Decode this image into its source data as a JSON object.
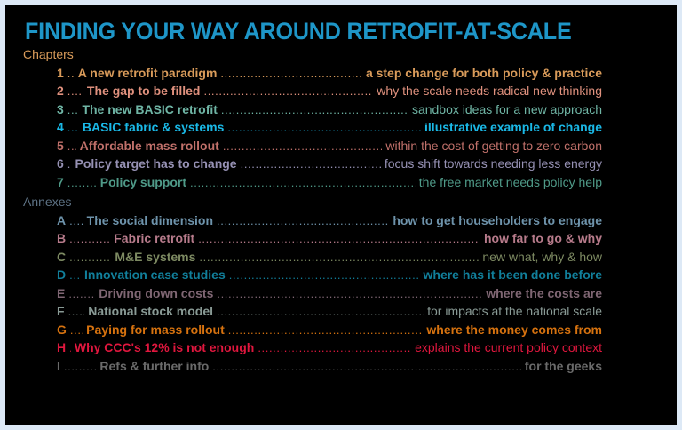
{
  "title": "FINDING YOUR WAY AROUND RETROFIT-AT-SCALE",
  "colors": {
    "background": "#dde9f6",
    "panel": "#000000",
    "title": "#1e96c8"
  },
  "chapters": {
    "label": "Chapters",
    "label_color": "#d99b5a",
    "items": [
      {
        "key": "1",
        "name": "A new retrofit paradigm",
        "desc": "a step change for both policy & practice",
        "color": "#d99b5a",
        "dots1": "..........",
        "dots2": ".............",
        "desc_bold": true
      },
      {
        "key": "2",
        "name": "The gap to be filled",
        "desc": "why the scale needs radical new thinking",
        "color": "#e0917e",
        "dots1": "...................",
        "dots2": "............",
        "desc_bold": false
      },
      {
        "key": "3",
        "name": "The new BASIC retrofit",
        "desc": "sandbox ideas for a new approach",
        "color": "#6fb5a5",
        "dots1": "............",
        "dots2": "........................",
        "desc_bold": false
      },
      {
        "key": "4",
        "name": "BASIC fabric & systems",
        "desc": "illustrative example of change",
        "color": "#1ab8e6",
        "dots1": "............",
        "dots2": "..............................",
        "desc_bold": true
      },
      {
        "key": "5",
        "name": "Affordable mass rollout",
        "desc": "within the cost of getting to zero carbon",
        "color": "#c0706a",
        "dots1": "...........",
        "dots2": "............",
        "desc_bold": false
      },
      {
        "key": "6",
        "name": "Policy target has to change",
        "desc": "focus shift towards needing less energy",
        "color": "#9691b4",
        "dots1": "......",
        "dots2": ".............",
        "desc_bold": false
      },
      {
        "key": "7",
        "name": "Policy support",
        "desc": "the free market needs policy help",
        "color": "#4f9a88",
        "dots1": "..........................",
        "dots2": "......................",
        "desc_bold": false
      }
    ]
  },
  "annexes": {
    "label": "Annexes",
    "label_color": "#5e7386",
    "items": [
      {
        "key": "A",
        "name": "The social dimension",
        "desc": "how to get householders to engage",
        "color": "#6e93ab",
        "dots1": "................",
        "dots2": "...................",
        "desc_bold": true
      },
      {
        "key": "B",
        "name": "Fabric retrofit",
        "desc": "how far to go & why",
        "color": "#b77b8b",
        "dots1": ".............................",
        "dots2": "............................................",
        "desc_bold": true
      },
      {
        "key": "C",
        "name": "M&E systems",
        "desc": "new what, why & how",
        "color": "#7d8a62",
        "dots1": "..............................",
        "dots2": "............................................",
        "desc_bold": false
      },
      {
        "key": "D",
        "name": "Innovation case studies",
        "desc": "where has it been done before",
        "color": "#117f9b",
        "dots1": "............",
        "dots2": "...............................",
        "desc_bold": true
      },
      {
        "key": "E",
        "name": "Driving down costs",
        "desc": "where the costs are",
        "color": "#7f6673",
        "dots1": "....................",
        "dots2": "..............................................",
        "desc_bold": true
      },
      {
        "key": "F",
        "name": "National stock model",
        "desc": "for impacts at the national scale",
        "color": "#899a95",
        "dots1": "................",
        "dots2": "..........................",
        "desc_bold": false
      },
      {
        "key": "G",
        "name": "Paying for mass rollout",
        "desc": "where the money comes from",
        "color": "#d6720f",
        "dots1": ".............",
        "dots2": "..............................",
        "desc_bold": true
      },
      {
        "key": "H",
        "name": "Why CCC's 12% is not enough",
        "desc": "explains the current policy context",
        "color": "#e0173e",
        "dots1": "..",
        "dots2": ".......................",
        "desc_bold": false
      },
      {
        "key": "I",
        "name": "Refs & further info",
        "desc": "for the geeks",
        "color": "#6a6a6a",
        "dots1": ".....................",
        "dots2": ".............................................................",
        "desc_bold": true
      }
    ]
  }
}
